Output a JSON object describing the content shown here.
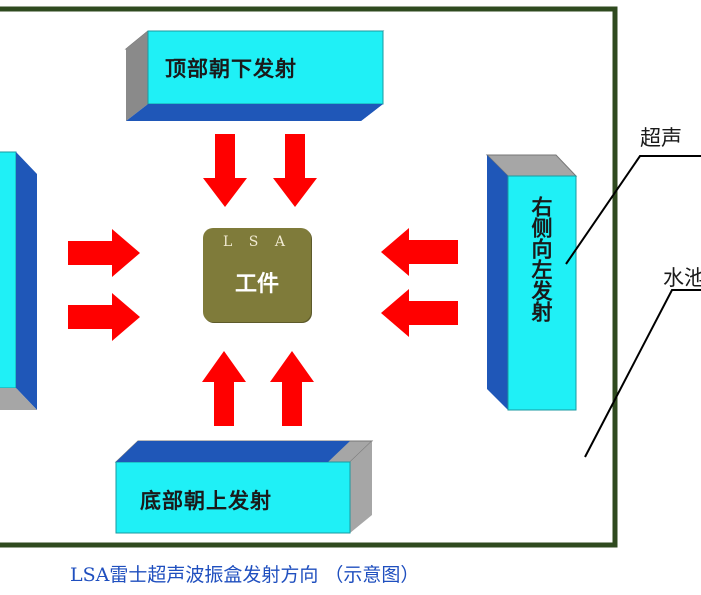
{
  "emitters": {
    "top": "顶部朝下发射",
    "bottom": "底部朝上发射",
    "right": "右侧向左发射"
  },
  "workpiece": {
    "code": "L S A",
    "name": "工件"
  },
  "callouts": {
    "ultrasound": "超声",
    "water": "水池"
  },
  "caption": "LSA雷士超声波振盒发射方向 （示意图）",
  "colors": {
    "frame": "#2f4a1f",
    "emitter_face": "#1ff0f6",
    "emitter_side": "#1f57b8",
    "emitter_top": "#9c9c9c",
    "arrow": "#ff0000",
    "workpiece": "#7f7b3a",
    "caption": "#1f4fbf"
  }
}
